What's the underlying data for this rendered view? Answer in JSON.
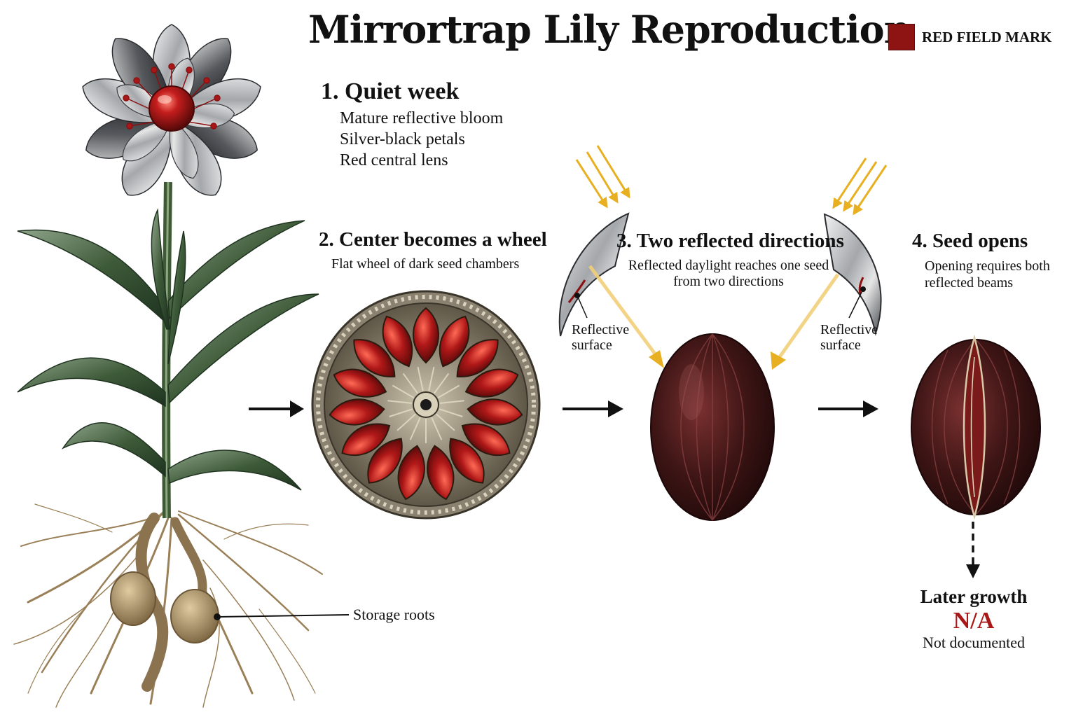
{
  "title": "Mirrortrap Lily Reproduction",
  "legend": {
    "label": "RED FIELD MARK",
    "color": "#8e1414"
  },
  "steps": [
    {
      "title": "1. Quiet week",
      "lines": [
        "Mature reflective bloom",
        "Silver-black petals",
        "Red central lens"
      ]
    },
    {
      "title": "2. Center becomes a wheel",
      "lines": [
        "Flat wheel of dark seed chambers"
      ]
    },
    {
      "title": "3. Two reflected directions",
      "lines": [
        "Reflected daylight reaches one seed",
        "from two directions"
      ]
    },
    {
      "title": "4. Seed opens",
      "lines": [
        "Opening requires both",
        "reflected beams"
      ]
    }
  ],
  "labels": {
    "reflective_left": [
      "Reflective",
      "surface"
    ],
    "reflective_right": [
      "Reflective",
      "surface"
    ],
    "storage_roots": "Storage roots"
  },
  "later": {
    "title": "Later growth",
    "value": "N/A",
    "note": "Not documented"
  },
  "colors": {
    "accent_red": "#a81818",
    "beam_gold": "#e8b020",
    "stem_green": "#3d5a34",
    "root_tan": "#9a8058",
    "seed_dark": "#3a1414"
  },
  "icons": [
    "flower-illustration",
    "seed-wheel-illustration",
    "mirror-petal-icon",
    "seed-icon",
    "split-seed-icon",
    "arrow-right-icon",
    "arrow-down-icon"
  ]
}
